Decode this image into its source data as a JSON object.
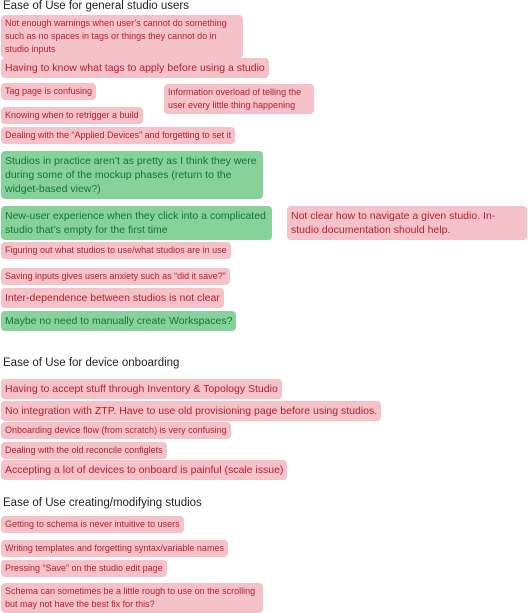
{
  "sections": [
    {
      "title": "Ease of Use for general studio users",
      "notes": [
        "Not enough warnings when user’s cannot do something such as no spaces in tags or things they cannot do in studio inputs",
        "Having to know what tags to apply before using a studio",
        "Tag page is confusing",
        "Information overload of telling the user every little thing happening",
        "Knowing when to retrigger a build",
        "Dealing with the “Applied Devices” and forgetting to set it",
        "Studios in practice aren’t as pretty as I think they were during some of the mockup phases (return to the widget-based view?)",
        "New-user experience when they click into a complicated studio that’s empty for the first time",
        "Not clear how to navigate a given studio. In-studio documentation should help.",
        "Figuring out what studios to use/what studios are in use",
        "Saving inputs gives users anxiety such as “did it save?”",
        "Inter-dependence between studios is not clear",
        "Maybe no need to manually create Workspaces?"
      ]
    },
    {
      "title": "Ease of Use for device onboarding",
      "notes": [
        "Having to accept stuff through Inventory & Topology Studio",
        "No integration with ZTP. Have to use old provisioning page before using studios.",
        "Onboarding device flow (from scratch) is very confusing",
        "Dealing with the old reconcile configlets",
        "Accepting a lot of devices to onboard is painful (scale issue)"
      ]
    },
    {
      "title": "Ease of Use creating/modifying studios",
      "notes": [
        "Getting to schema is never intuitive to users",
        "Writing templates and forgetting syntax/variable names",
        "Pressing “Save” on the studio edit page",
        "Schema can sometimes be a little rough to use on the scrolling but may not have the best fix for this?"
      ]
    }
  ],
  "colors": {
    "red_note_bg": "#f4c2c8",
    "red_note_text": "#b3202e",
    "green_note_bg": "#86d29a",
    "green_note_text": "#14743b"
  }
}
